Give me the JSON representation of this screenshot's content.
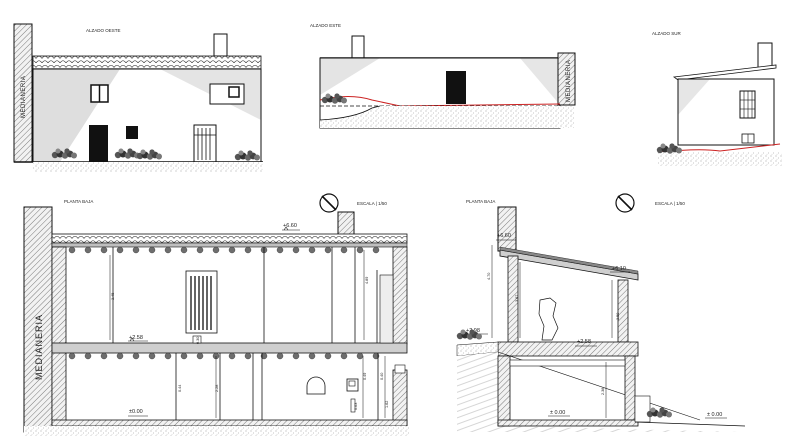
{
  "drawings": {
    "alzado_oeste": {
      "title": "ALZADO OESTE",
      "side_label": "MEDIANERIA"
    },
    "alzado_este": {
      "title": "ALZADO ESTE",
      "side_label": "MEDIANERIA"
    },
    "alzado_sur": {
      "title": "ALZADO SUR"
    },
    "section_left": {
      "title": "PLANTA BAJA",
      "scale": "ESCALA | 1/50",
      "side_label": "MEDIANERIA",
      "levels": [
        "+6.60",
        "+2.58",
        "±0.00"
      ],
      "dims": [
        "4.89",
        "3.45",
        "2.28",
        "0.30",
        "1.62",
        "0.49",
        "0.40",
        "0.63",
        "0.44"
      ]
    },
    "section_right": {
      "title": "PLANTA BAJA",
      "scale": "ESCALA | 1/50",
      "levels": [
        "+6.60",
        "+6.10",
        "+2.98",
        "+2.58",
        "± 0.00",
        "± 0.00"
      ],
      "dims": [
        "4.70",
        "3.67",
        "3.50",
        "2.38"
      ]
    }
  },
  "colors": {
    "line": "#111111",
    "gray_fill": "#d9d9d9",
    "hatch": "#9a9a9a",
    "terrain_line": "#cc2222"
  },
  "icons": [
    "north-symbol-icon",
    "north-symbol-icon"
  ]
}
